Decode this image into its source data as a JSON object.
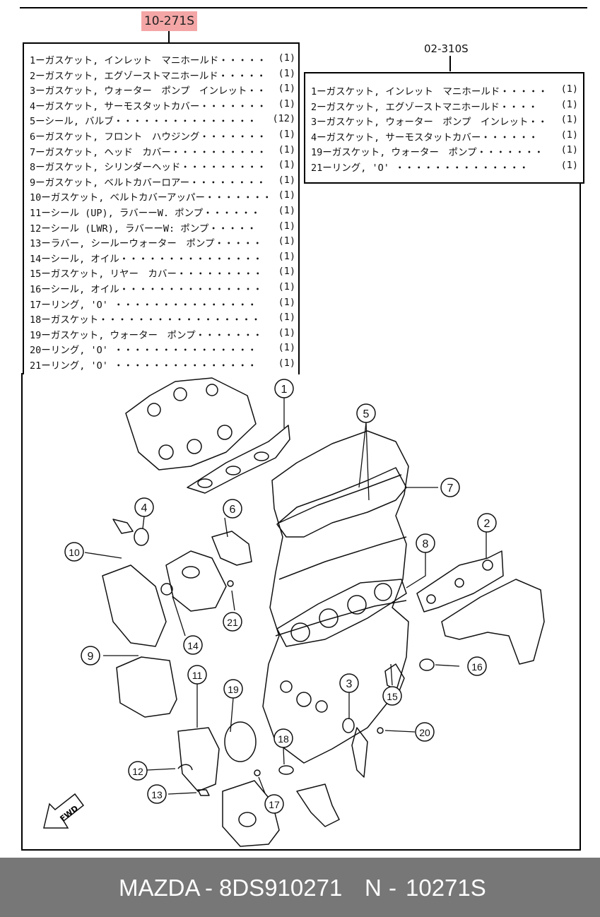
{
  "kit_code": "10-271S",
  "subkit_code": "02-310S",
  "main_items": [
    {
      "name": "1ーガスケット, インレット　マニホールド・・・・・",
      "qty": "(1)"
    },
    {
      "name": "2ーガスケット, エグゾーストマニホールド・・・・・",
      "qty": "(1)"
    },
    {
      "name": "3ーガスケット, ウォーター　ポンプ　インレット・・",
      "qty": "(1)"
    },
    {
      "name": "4ーガスケット, サーモスタットカバー・・・・・・・",
      "qty": "(1)"
    },
    {
      "name": "5ーシール, バルブ・・・・・・・・・・・・・・・",
      "qty": "(12)"
    },
    {
      "name": "6ーガスケット, フロント　ハウジング・・・・・・・",
      "qty": "(1)"
    },
    {
      "name": "7ーガスケット, ヘッド　カバー・・・・・・・・・・",
      "qty": "(1)"
    },
    {
      "name": "8ーガスケット, シリンダーヘッド・・・・・・・・・",
      "qty": "(1)"
    },
    {
      "name": "9ーガスケット, ベルトカバーロアー・・・・・・・・",
      "qty": "(1)"
    },
    {
      "name": "10ーガスケット, ベルトカバーアッパー・・・・・・・",
      "qty": "(1)"
    },
    {
      "name": "11ーシール (UP), ラバーーW. ポンプ・・・・・・",
      "qty": "(1)"
    },
    {
      "name": "12ーシール (LWR), ラバーーW: ポンプ・・・・・",
      "qty": "(1)"
    },
    {
      "name": "13ーラバー, シールーウォーター　ポンプ・・・・・",
      "qty": "(1)"
    },
    {
      "name": "14ーシール, オイル・・・・・・・・・・・・・・・",
      "qty": "(1)"
    },
    {
      "name": "15ーガスケット, リヤー　カバー・・・・・・・・・",
      "qty": "(1)"
    },
    {
      "name": "16ーシール, オイル・・・・・・・・・・・・・・・",
      "qty": "(1)"
    },
    {
      "name": "17ーリング, 'O' ・・・・・・・・・・・・・・・",
      "qty": "(1)"
    },
    {
      "name": "18ーガスケット・・・・・・・・・・・・・・・・・",
      "qty": "(1)"
    },
    {
      "name": "19ーガスケット, ウォーター　ポンプ・・・・・・・",
      "qty": "(1)"
    },
    {
      "name": "20ーリング, 'O' ・・・・・・・・・・・・・・・",
      "qty": "(1)"
    },
    {
      "name": "21ーリング, 'O' ・・・・・・・・・・・・・・・",
      "qty": "(1)"
    }
  ],
  "sub_items": [
    {
      "name": "1ーガスケット, インレット　マニホールド・・・・・",
      "qty": "(1)"
    },
    {
      "name": "2ーガスケット, エグゾーストマニホールド・・・・",
      "qty": "(1)"
    },
    {
      "name": "3ーガスケット, ウォーター　ポンプ　インレット・・",
      "qty": "(1)"
    },
    {
      "name": "4ーガスケット, サーモスタットカバー・・・・・・",
      "qty": "(1)"
    },
    {
      "name": "19ーガスケット, ウォーター　ポンプ・・・・・・・",
      "qty": "(1)"
    },
    {
      "name": "21ーリング, 'O' ・・・・・・・・・・・・・・",
      "qty": "(1)"
    }
  ],
  "callouts": [
    "1",
    "2",
    "3",
    "4",
    "5",
    "6",
    "7",
    "8",
    "9",
    "10",
    "11",
    "12",
    "13",
    "14",
    "15",
    "16",
    "17",
    "18",
    "19",
    "20",
    "21"
  ],
  "fwd_label": "FWD",
  "footer": {
    "brand": "MAZDA",
    "sep1": "-",
    "part_number": "8DS910271",
    "ref_prefix": "N",
    "sep2": "-",
    "ref_code": "10271S"
  },
  "colors": {
    "kit_highlight": "#f4a6a6",
    "footer_bg": "#777777",
    "line": "#000000"
  }
}
